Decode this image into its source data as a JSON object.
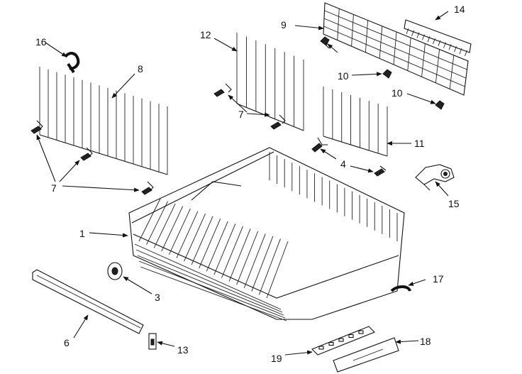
{
  "labels": {
    "p1": "1",
    "p3": "3",
    "p4": "4",
    "p6": "6",
    "p7a": "7",
    "p7b": "7",
    "p8": "8",
    "p9": "9",
    "p10a": "10",
    "p10b": "10",
    "p11": "11",
    "p12": "12",
    "p13": "13",
    "p14": "14",
    "p15": "15",
    "p16": "16",
    "p17": "17",
    "p18": "18",
    "p19": "19"
  },
  "colors": {
    "ink": "#111111",
    "background": "#ffffff"
  }
}
